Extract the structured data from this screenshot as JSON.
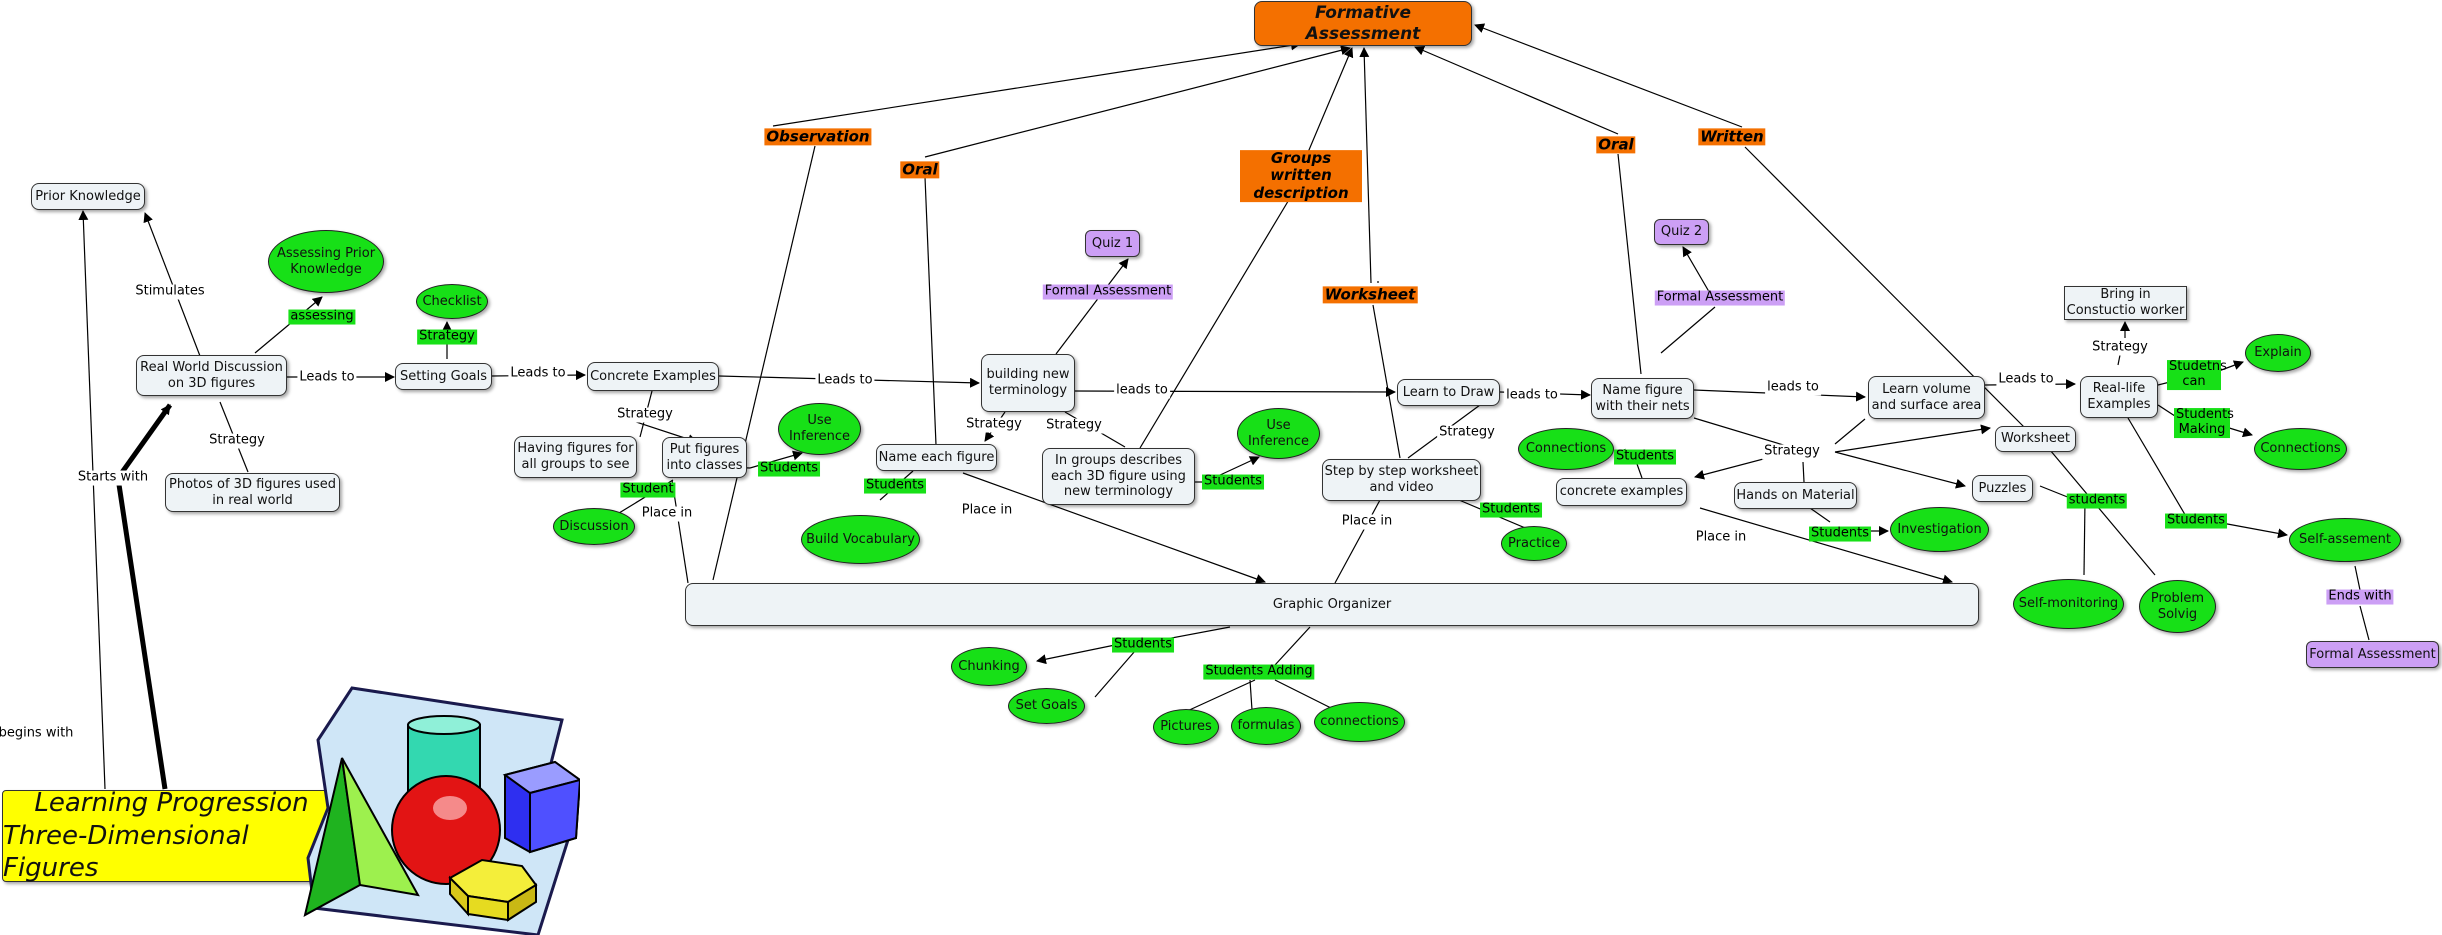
{
  "title_box": {
    "line1": "Learning Progression",
    "line2": "Three-Dimensional Figures"
  },
  "nodes": [
    {
      "id": "formative",
      "text": "Formative Assessment",
      "style": "orange"
    },
    {
      "id": "prior",
      "text": "Prior Knowledge",
      "style": "box"
    },
    {
      "id": "realworld",
      "text": "Real World Discussion on 3D figures",
      "style": "box"
    },
    {
      "id": "assessing",
      "text": "Assessing Prior Knowledge",
      "style": "oval"
    },
    {
      "id": "checklist",
      "text": "Checklist",
      "style": "oval"
    },
    {
      "id": "settinggoals",
      "text": "Setting Goals",
      "style": "box"
    },
    {
      "id": "concrete",
      "text": "Concrete Examples",
      "style": "box"
    },
    {
      "id": "photos",
      "text": "Photos of 3D figures used in real world",
      "style": "box"
    },
    {
      "id": "havingfigures",
      "text": "Having figures for all groups to see",
      "style": "box"
    },
    {
      "id": "putfigures",
      "text": "Put figures into classes",
      "style": "box"
    },
    {
      "id": "useinf1",
      "text": "Use Inference",
      "style": "oval"
    },
    {
      "id": "discussion",
      "text": "Discussion",
      "style": "oval"
    },
    {
      "id": "quiz1",
      "text": "Quiz 1",
      "style": "purple"
    },
    {
      "id": "building",
      "text": "building new terminology",
      "style": "box"
    },
    {
      "id": "nameeach",
      "text": "Name each figure",
      "style": "box"
    },
    {
      "id": "buildvocab",
      "text": "Build Vocabulary",
      "style": "oval"
    },
    {
      "id": "ingroups",
      "text": "In groups describes each 3D figure using new terminology",
      "style": "box"
    },
    {
      "id": "useinf2",
      "text": "Use Inference",
      "style": "oval"
    },
    {
      "id": "learndraw",
      "text": "Learn to Draw",
      "style": "box"
    },
    {
      "id": "stepbystep",
      "text": "Step by step worksheet and video",
      "style": "box"
    },
    {
      "id": "practice",
      "text": "Practice",
      "style": "oval"
    },
    {
      "id": "quiz2",
      "text": "Quiz 2",
      "style": "purple"
    },
    {
      "id": "namenets",
      "text": "Name figure with their nets",
      "style": "box"
    },
    {
      "id": "connections1",
      "text": "Connections",
      "style": "oval"
    },
    {
      "id": "concrete2",
      "text": "concrete examples",
      "style": "box"
    },
    {
      "id": "handson",
      "text": "Hands on Material",
      "style": "box"
    },
    {
      "id": "investigation",
      "text": "Investigation",
      "style": "oval"
    },
    {
      "id": "learnvolume",
      "text": "Learn volume and surface area",
      "style": "box"
    },
    {
      "id": "worksheet",
      "text": "Worksheet",
      "style": "box"
    },
    {
      "id": "puzzles",
      "text": "Puzzles",
      "style": "box"
    },
    {
      "id": "selfmon",
      "text": "Self-monitoring",
      "style": "oval"
    },
    {
      "id": "problem",
      "text": "Problem Solvig",
      "style": "oval"
    },
    {
      "id": "bringin",
      "text": "Bring in Constuctio worker",
      "style": "sq"
    },
    {
      "id": "reallife",
      "text": "Real-life Examples",
      "style": "box"
    },
    {
      "id": "explain",
      "text": "Explain",
      "style": "oval"
    },
    {
      "id": "connections2",
      "text": "Connections",
      "style": "oval"
    },
    {
      "id": "selfassess",
      "text": "Self-assement",
      "style": "oval"
    },
    {
      "id": "formal",
      "text": "Formal Assessment",
      "style": "purple"
    },
    {
      "id": "graphic",
      "text": "Graphic Organizer",
      "style": "box"
    },
    {
      "id": "chunking",
      "text": "Chunking",
      "style": "oval"
    },
    {
      "id": "setgoals",
      "text": "Set Goals",
      "style": "oval"
    },
    {
      "id": "pictures",
      "text": "Pictures",
      "style": "oval"
    },
    {
      "id": "formulas",
      "text": "formulas",
      "style": "oval"
    },
    {
      "id": "connections3",
      "text": "connections",
      "style": "oval"
    }
  ],
  "labels": [
    {
      "id": "observation",
      "text": "Observation",
      "style": "orange"
    },
    {
      "id": "oral1",
      "text": "Oral",
      "style": "orange"
    },
    {
      "id": "groupswritten",
      "text": "Groups written description",
      "style": "orange"
    },
    {
      "id": "worksheetLbl",
      "text": "Worksheet",
      "style": "orange"
    },
    {
      "id": "oral2",
      "text": "Oral",
      "style": "orange"
    },
    {
      "id": "written",
      "text": "Written",
      "style": "orange"
    },
    {
      "id": "stimulates",
      "text": "Stimulates",
      "style": "plain"
    },
    {
      "id": "assessingLbl",
      "text": "assessing",
      "style": "green"
    },
    {
      "id": "strategy1",
      "text": "Strategy",
      "style": "green"
    },
    {
      "id": "leadsto1",
      "text": "Leads to",
      "style": "plain"
    },
    {
      "id": "leadsto2",
      "text": "Leads to",
      "style": "plain"
    },
    {
      "id": "strategy2",
      "text": "Strategy",
      "style": "plain"
    },
    {
      "id": "strategy3",
      "text": "Strategy",
      "style": "plain"
    },
    {
      "id": "startswith",
      "text": "Starts with",
      "style": "plain"
    },
    {
      "id": "beginswith",
      "text": "begins with",
      "style": "plain"
    },
    {
      "id": "leadsto3",
      "text": "Leads to",
      "style": "plain"
    },
    {
      "id": "studentsA",
      "text": "Students",
      "style": "green"
    },
    {
      "id": "studentB",
      "text": "Student",
      "style": "green"
    },
    {
      "id": "placein1",
      "text": "Place in",
      "style": "plain"
    },
    {
      "id": "formalAssess1",
      "text": "Formal Assessment",
      "style": "purple"
    },
    {
      "id": "strategy4",
      "text": "Strategy",
      "style": "plain"
    },
    {
      "id": "strategy5",
      "text": "Strategy",
      "style": "plain"
    },
    {
      "id": "studentsC",
      "text": "Students",
      "style": "green"
    },
    {
      "id": "placein2",
      "text": "Place in",
      "style": "plain"
    },
    {
      "id": "studentsD",
      "text": "Students",
      "style": "green"
    },
    {
      "id": "leadsto4",
      "text": "leads to",
      "style": "plain"
    },
    {
      "id": "leadsto5",
      "text": "leads to",
      "style": "plain"
    },
    {
      "id": "strategy6",
      "text": "Strategy",
      "style": "plain"
    },
    {
      "id": "placein3",
      "text": "Place in",
      "style": "plain"
    },
    {
      "id": "studentsE",
      "text": "Students",
      "style": "green"
    },
    {
      "id": "formalAssess2",
      "text": "Formal Assessment",
      "style": "purple"
    },
    {
      "id": "leadsto6",
      "text": "leads to",
      "style": "plain"
    },
    {
      "id": "strategy7",
      "text": "Strategy",
      "style": "plain"
    },
    {
      "id": "studentsF",
      "text": "Students",
      "style": "green"
    },
    {
      "id": "studentsG",
      "text": "Students",
      "style": "green"
    },
    {
      "id": "placein4",
      "text": "Place in",
      "style": "plain"
    },
    {
      "id": "leadsto7",
      "text": "Leads to",
      "style": "plain"
    },
    {
      "id": "studentsH",
      "text": "students",
      "style": "green"
    },
    {
      "id": "strategy8",
      "text": "Strategy",
      "style": "plain"
    },
    {
      "id": "studentscan",
      "text": "Studetns can",
      "style": "green"
    },
    {
      "id": "studentsmaking",
      "text": "Students Making",
      "style": "green"
    },
    {
      "id": "studentsI",
      "text": "Students",
      "style": "green"
    },
    {
      "id": "endswith",
      "text": "Ends with",
      "style": "purple"
    },
    {
      "id": "studentsJ",
      "text": "Students",
      "style": "green"
    },
    {
      "id": "studentsadding",
      "text": "Students Adding",
      "style": "green"
    }
  ],
  "colors": {
    "orange": "#f47000",
    "green": "#17e017",
    "purple": "#cc9ff5",
    "box": "#eef3f6",
    "yellow": "#ffff00"
  },
  "icons": [
    "3d-shapes-clipart"
  ]
}
